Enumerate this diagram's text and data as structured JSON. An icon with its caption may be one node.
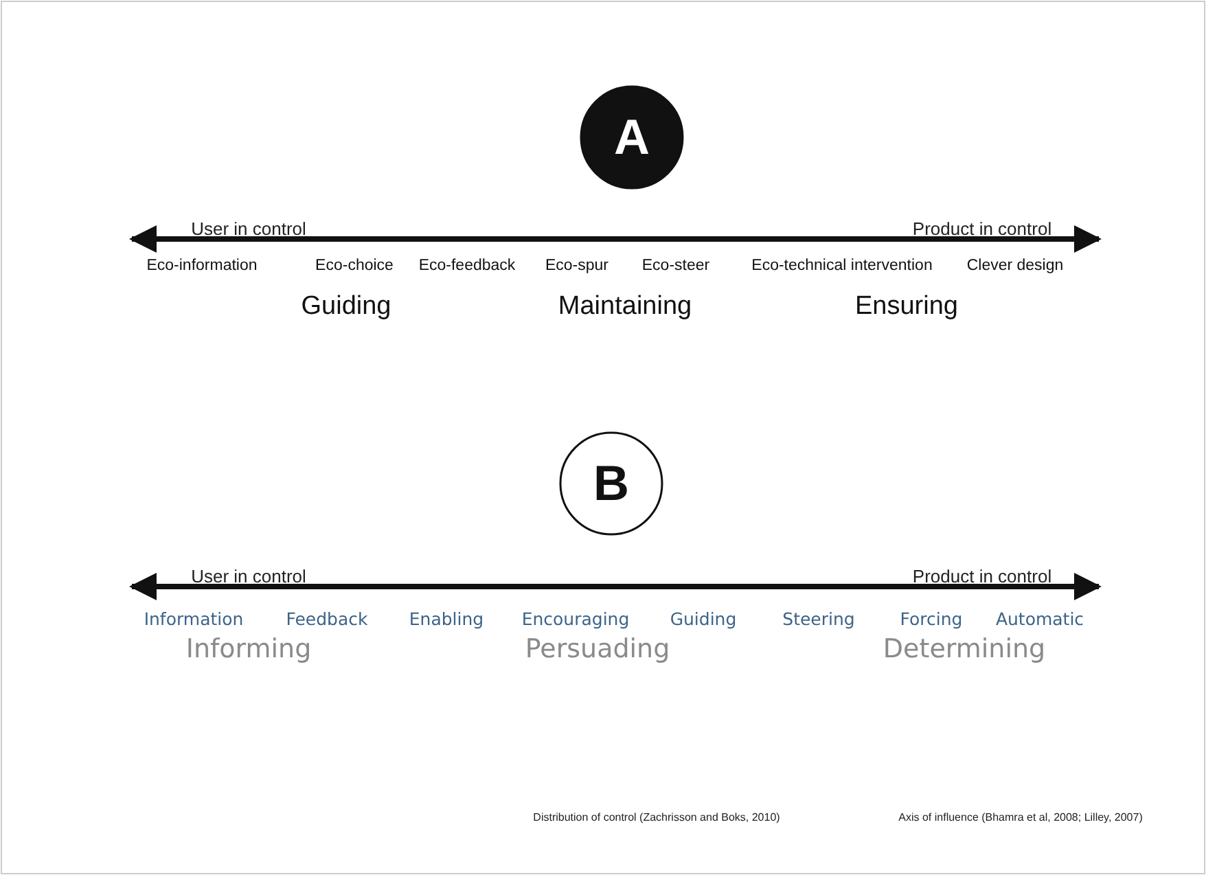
{
  "diagram": {
    "nodes": [
      {
        "text": [
          "A"
        ]
      },
      {
        "text": [
          "B"
        ]
      }
    ],
    "labels": [
      "User in control",
      "Product in control",
      "Eco-information",
      "Eco-choice",
      "Eco-feedback",
      "Eco-spur",
      "Eco-steer",
      "Eco-technical intervention",
      "Clever design",
      "Guiding",
      "Maintaining",
      "Ensuring",
      "User in control",
      "Product in control",
      "Information",
      "Feedback",
      "Enabling",
      "Encouraging",
      "Guiding",
      "Steering",
      "Forcing",
      "Automatic",
      "Informing",
      "Persuading",
      "Determining",
      "Distribution of control (Zachrisson and Boks, 2010)",
      "Axis of influence (Bhamra et al, 2008; Lilley, 2007)"
    ]
  }
}
